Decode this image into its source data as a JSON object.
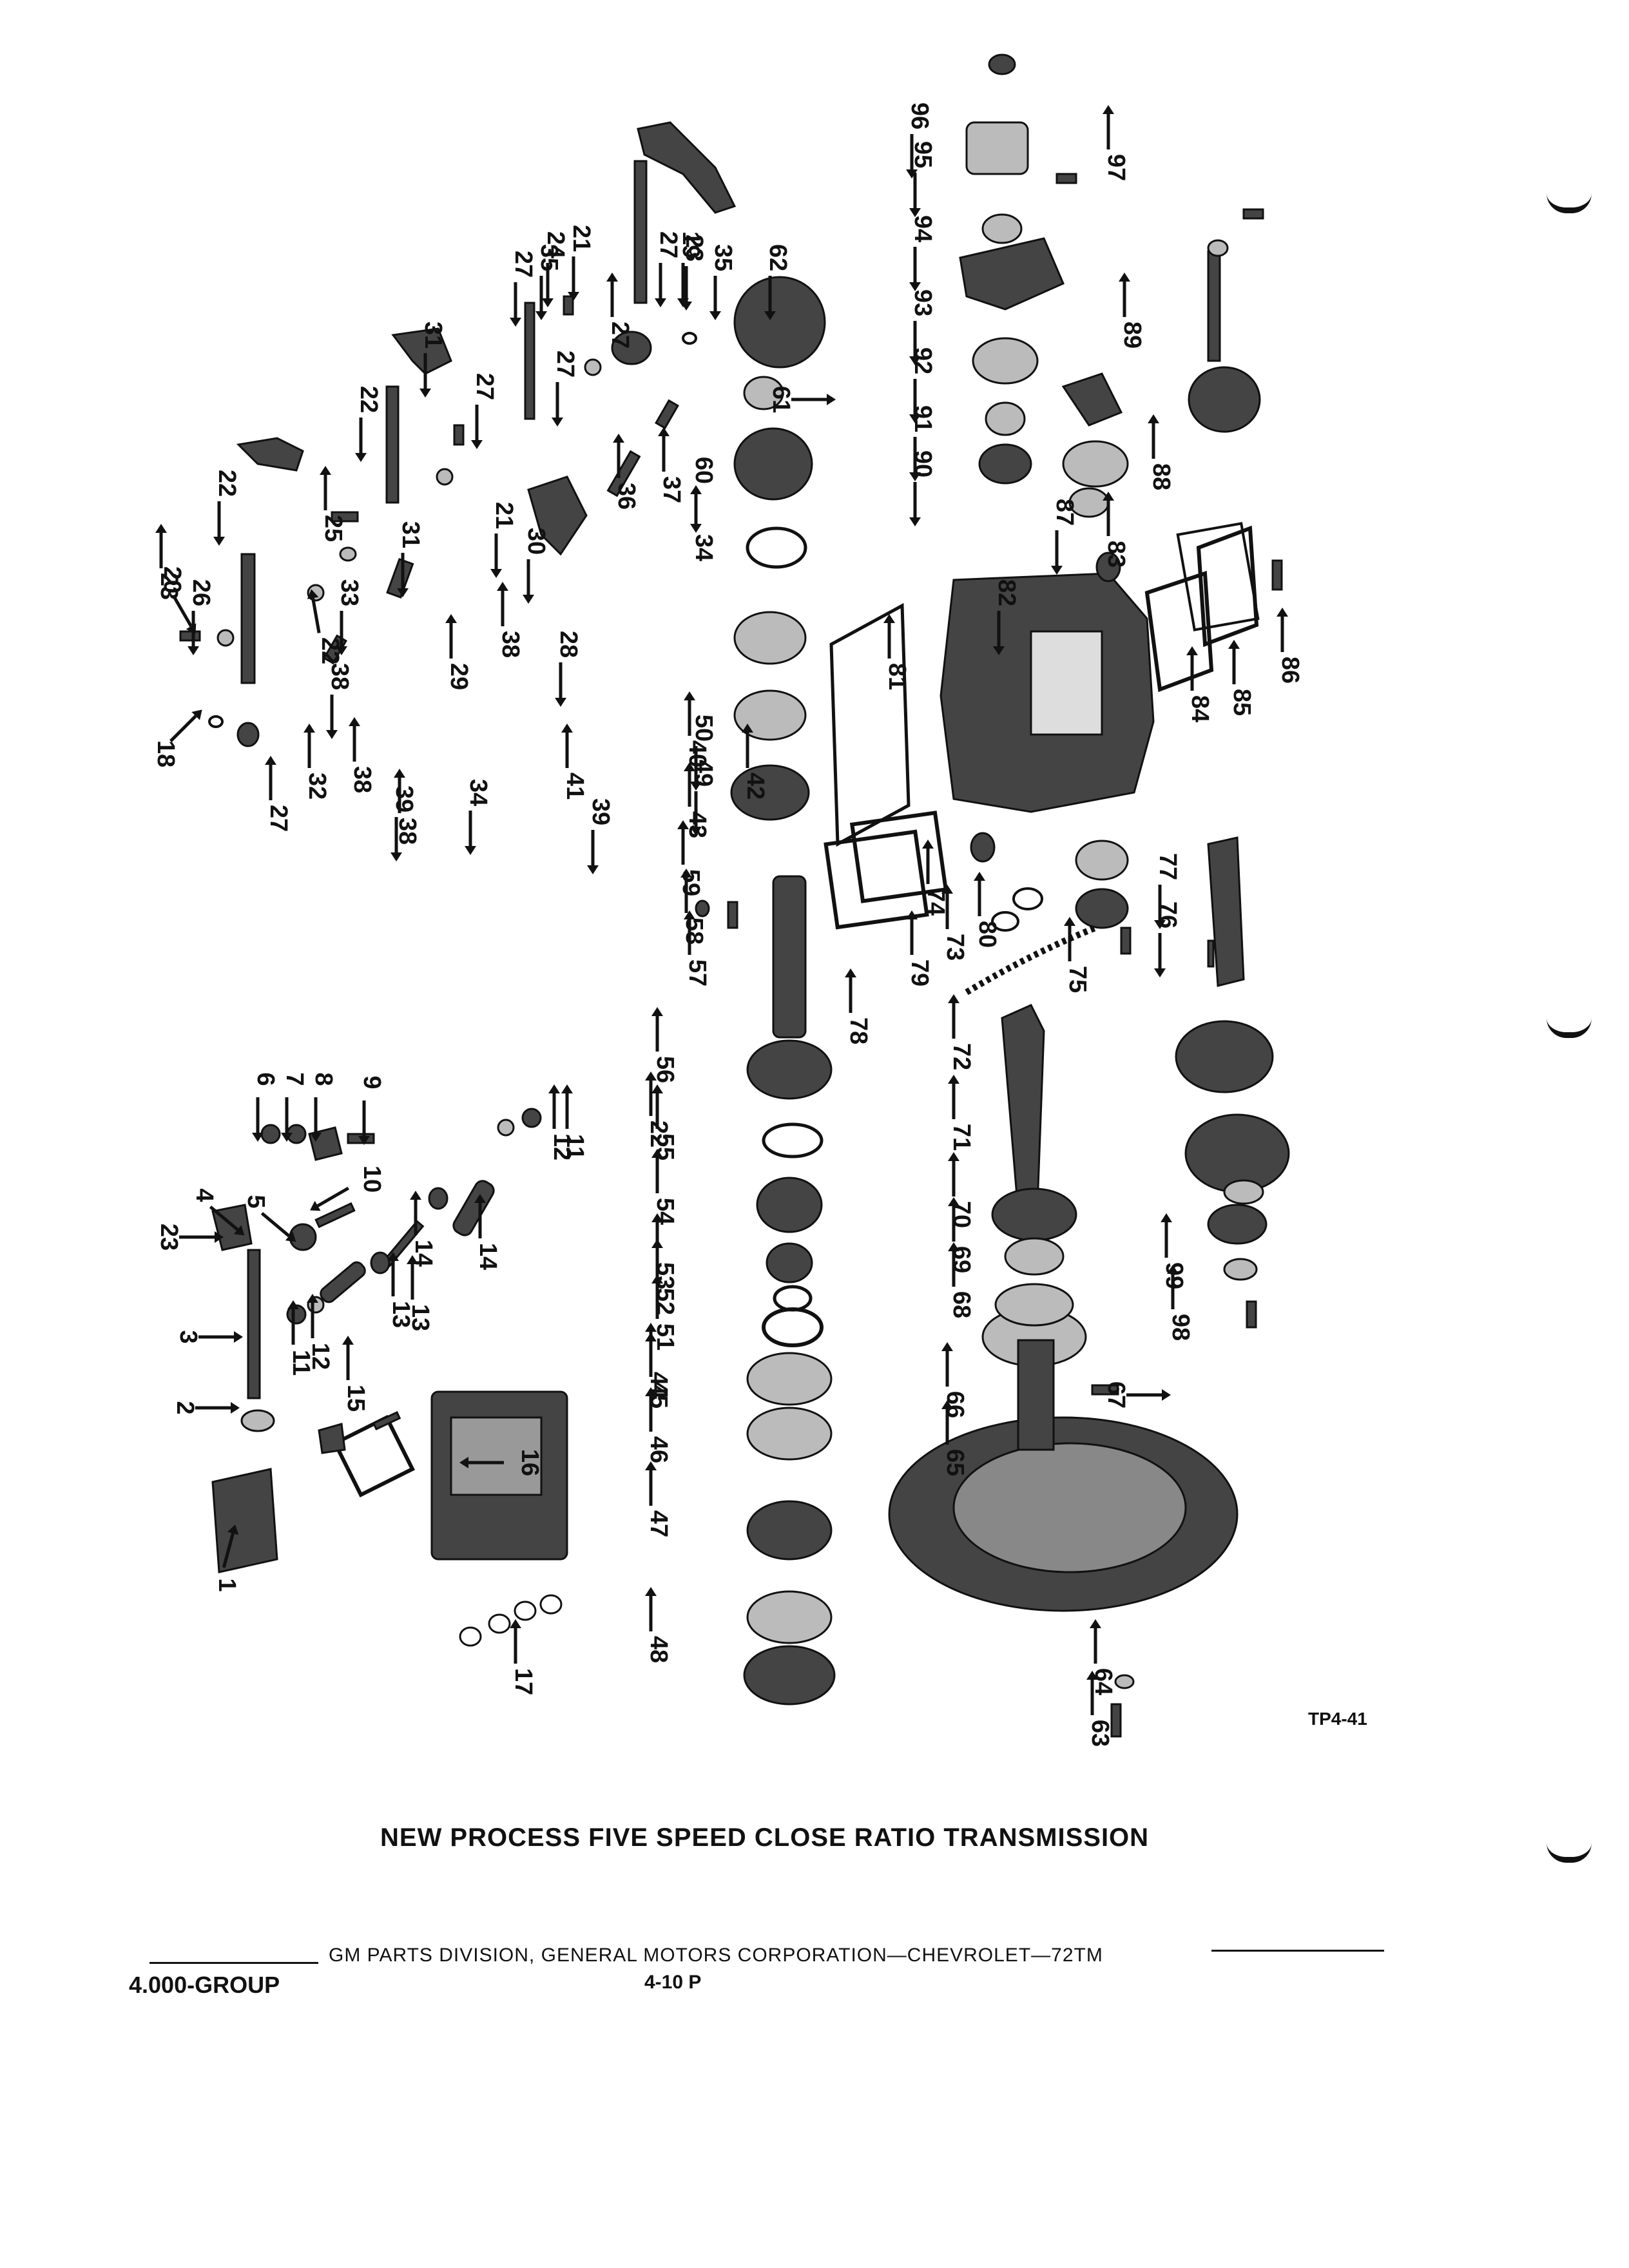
{
  "diagram": {
    "title": "NEW PROCESS FIVE SPEED CLOSE RATIO TRANSMISSION",
    "figure_code": "TP4-41",
    "part_labels": [
      "1",
      "2",
      "3",
      "4",
      "5",
      "6",
      "7",
      "8",
      "9",
      "10",
      "11",
      "11",
      "12",
      "12",
      "13",
      "13",
      "14",
      "14",
      "15",
      "16",
      "17",
      "18",
      "19",
      "20",
      "21",
      "21",
      "22",
      "22",
      "22",
      "22",
      "23",
      "23",
      "23",
      "24",
      "25",
      "26",
      "27",
      "27",
      "27",
      "27",
      "27",
      "27",
      "28",
      "29",
      "30",
      "31",
      "31",
      "32",
      "33",
      "34",
      "34",
      "35",
      "35",
      "36",
      "37",
      "38",
      "38",
      "38",
      "38",
      "39",
      "39",
      "40",
      "41",
      "42",
      "43",
      "44",
      "45",
      "46",
      "47",
      "48",
      "49",
      "50",
      "51",
      "52",
      "53",
      "54",
      "55",
      "56",
      "57",
      "58",
      "59",
      "60",
      "61",
      "62",
      "63",
      "64",
      "65",
      "66",
      "67",
      "68",
      "69",
      "70",
      "71",
      "72",
      "73",
      "74",
      "75",
      "76",
      "77",
      "78",
      "79",
      "80",
      "81",
      "82",
      "83",
      "84",
      "85",
      "86",
      "87",
      "88",
      "89",
      "90",
      "91",
      "92",
      "93",
      "94",
      "95",
      "96",
      "97",
      "98",
      "99"
    ]
  },
  "footer": {
    "center": "GM PARTS DIVISION, GENERAL MOTORS CORPORATION—CHEVROLET—72TM",
    "group": "4.000-GROUP",
    "page": "4-10 P"
  }
}
